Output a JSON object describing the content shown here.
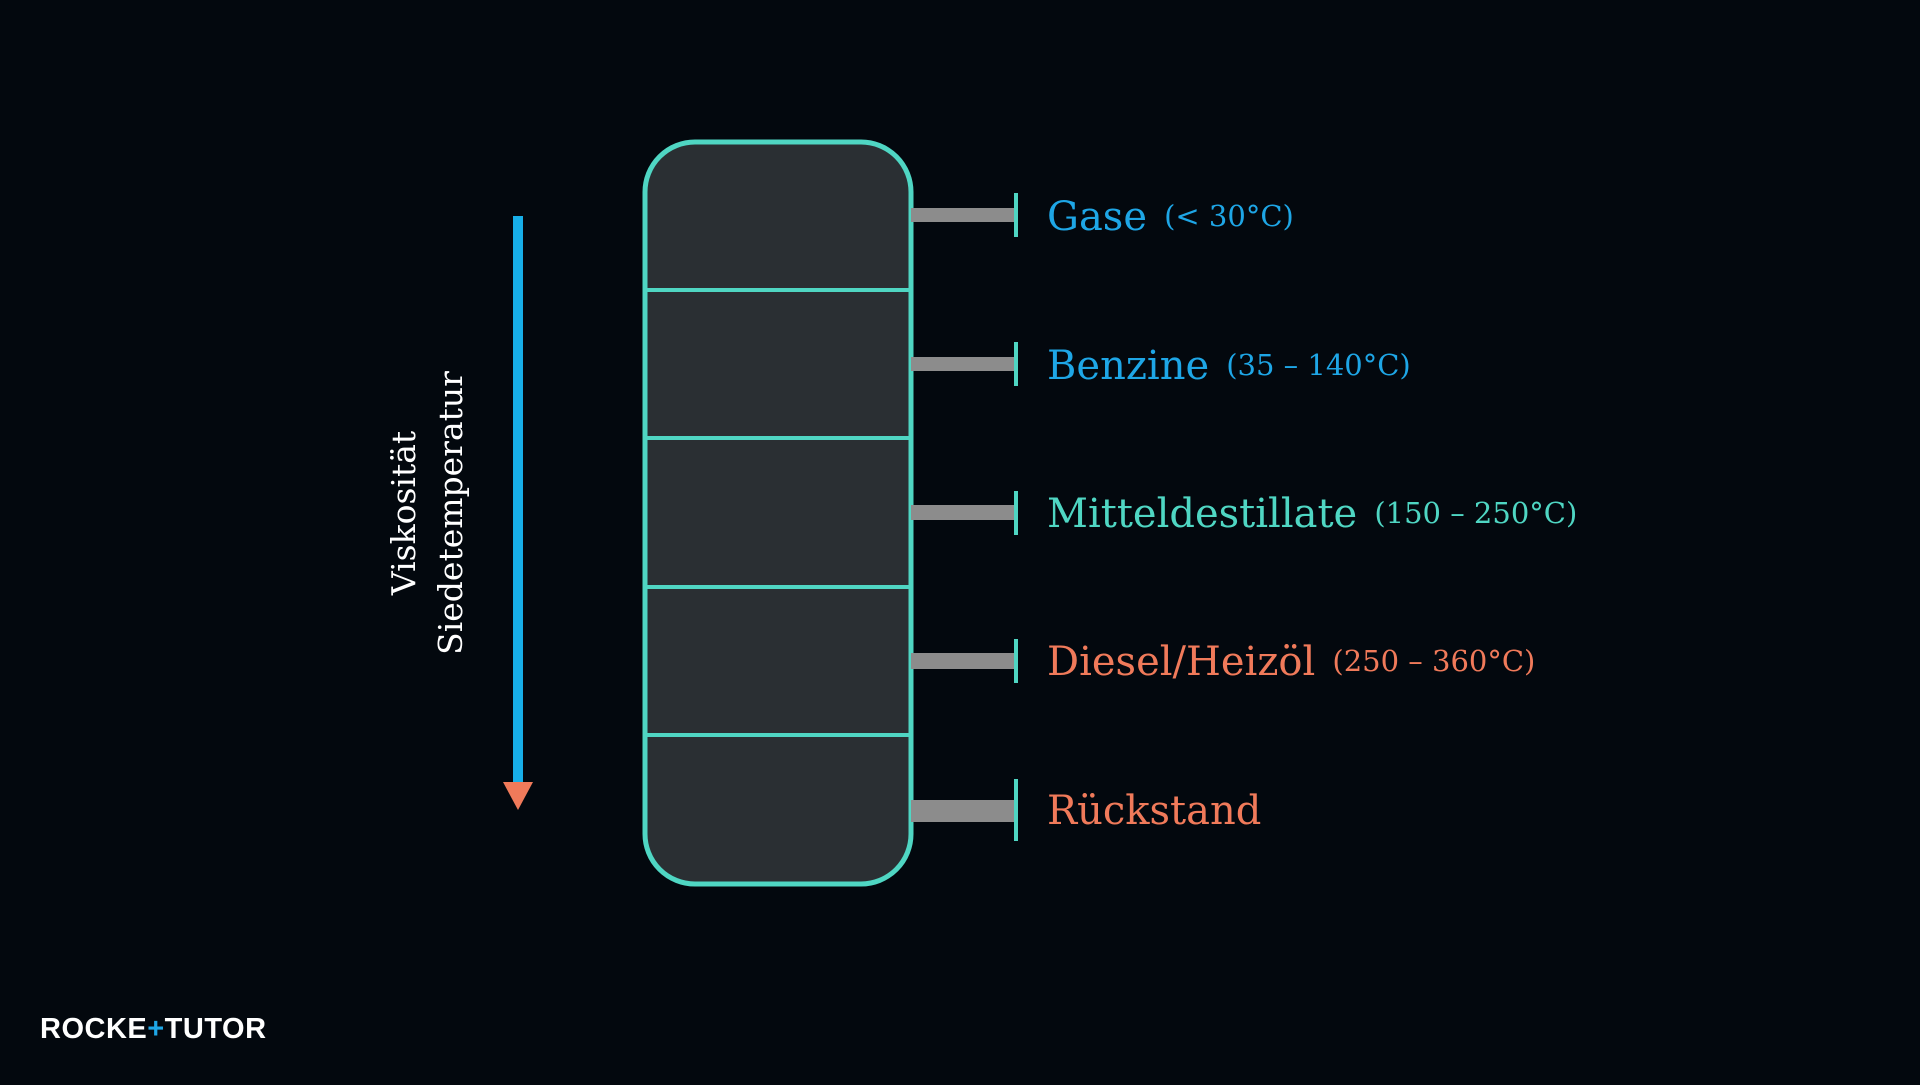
{
  "diagram": {
    "colors": {
      "background": "#03080e",
      "column_fill": "#2a2f33",
      "column_stroke": "#4fd6c3",
      "arrow_shaft": "#17aee8",
      "arrow_head": "#f07a5a",
      "pipe": "#8c8c8c",
      "axis_text": "#ffffff"
    },
    "axis_labels": {
      "line1": "Viskosität",
      "line2": "Siedetemperatur"
    },
    "fractions": [
      {
        "name": "Gase",
        "range": "(< 30°C)",
        "color": "#1ea6e6"
      },
      {
        "name": "Benzine",
        "range": "(35 – 140°C)",
        "color": "#1ea6e6"
      },
      {
        "name": "Mitteldestillate",
        "range": "(150 – 250°C)",
        "color": "#4fd6c3"
      },
      {
        "name": "Diesel/Heizöl",
        "range": "(250 – 360°C)",
        "color": "#f07a5a"
      },
      {
        "name": "Rückstand",
        "range": "",
        "color": "#f07a5a"
      }
    ]
  },
  "logo": {
    "part1": "ROCKE",
    "cross": "+",
    "part2": "TUTOR",
    "icon": "rocketutor-logo"
  }
}
